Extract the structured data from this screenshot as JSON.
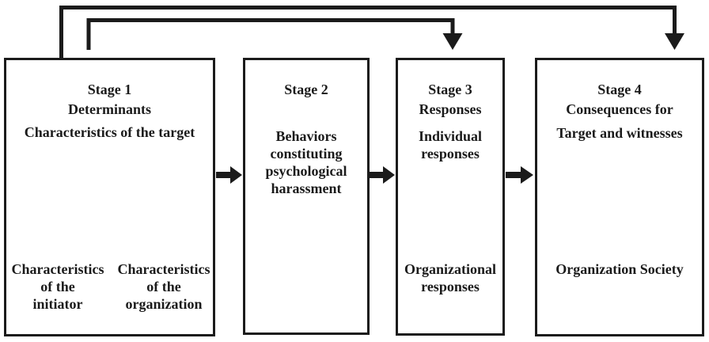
{
  "diagram": {
    "background": "#ffffff",
    "line_color": "#1b1b1b",
    "stages": [
      {
        "id": "stage-1",
        "title": "Stage 1\nDeterminants",
        "subtitle": "Characteristics of the target",
        "bottom_left_label": "Characteristics\nof the\ninitiator",
        "bottom_right_label": "Characteristics\nof the\norganization"
      },
      {
        "id": "stage-2",
        "title": "Stage 2",
        "body": "Behaviors\nconstituting\npsychological\nharassment"
      },
      {
        "id": "stage-3",
        "title": "Stage 3\nResponses",
        "top_label": "Individual\nresponses",
        "bottom_label": "Organizational\nresponses"
      },
      {
        "id": "stage-4",
        "title": "Stage 4\nConsequences for",
        "subtitle": "Target and witnesses",
        "bottom_label": "Organization Society"
      }
    ],
    "arrows": {
      "flow": "right-arrow",
      "bidirectional": "double-headed-arrow",
      "feedback_to_stage3": "down-arrow-into-stage-3",
      "feedback_to_stage4": "down-arrow-into-stage-4"
    }
  }
}
